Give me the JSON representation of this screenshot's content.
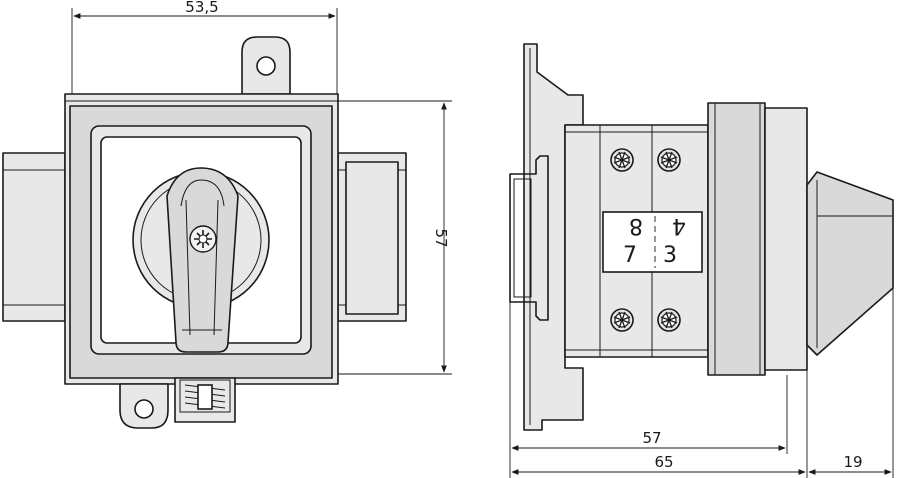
{
  "dimensions": {
    "front_width": "53,5",
    "front_height": "57",
    "side_body_depth": "57",
    "side_overall_depth": "65",
    "side_knob_depth": "19"
  },
  "terminals": {
    "top_left": "8",
    "top_right": "4",
    "bottom_left": "7",
    "bottom_right": "3"
  }
}
